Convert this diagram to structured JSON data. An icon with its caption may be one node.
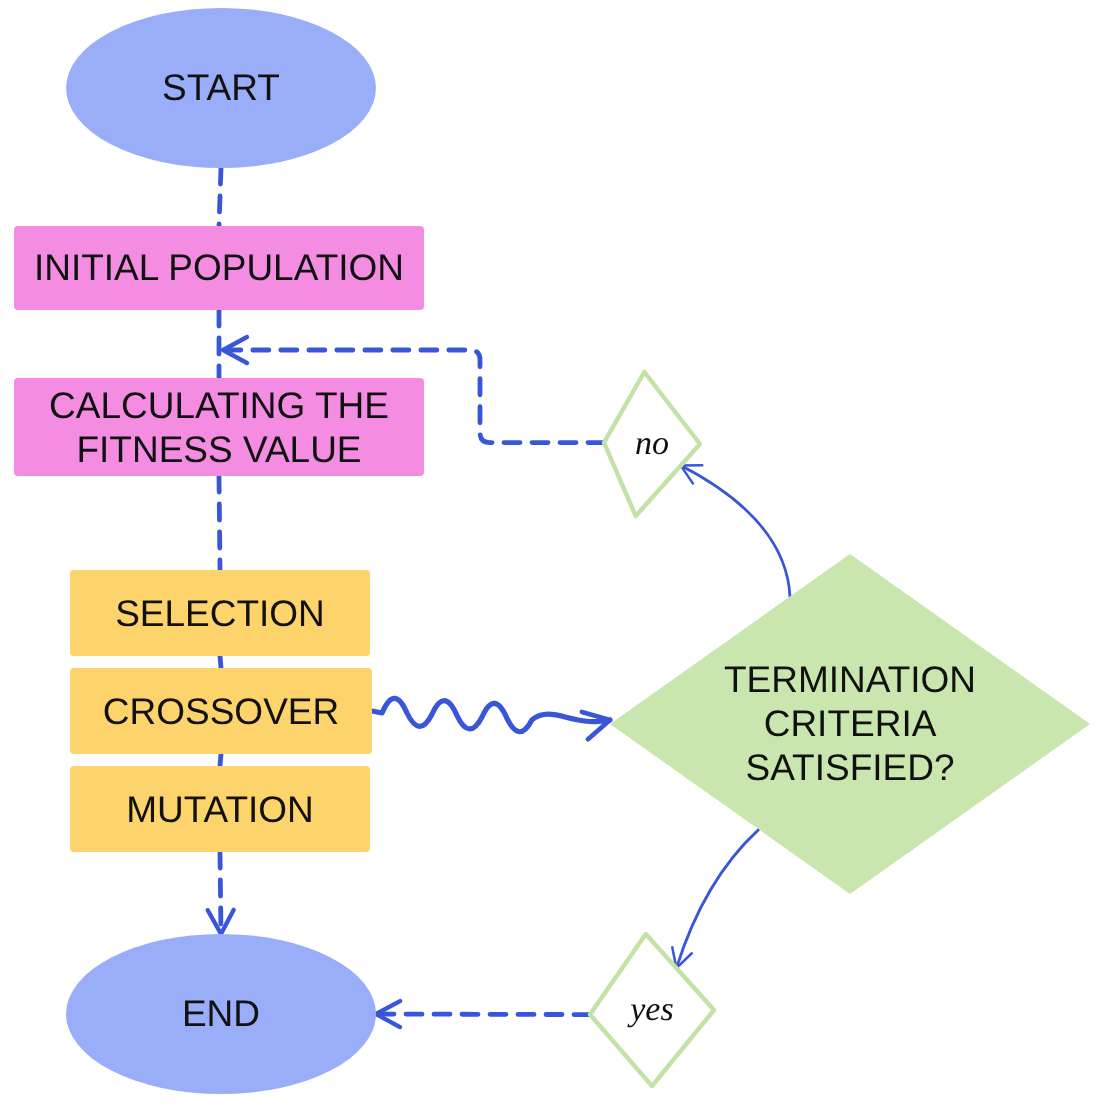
{
  "diagram": {
    "nodes": [
      {
        "text": [
          "START"
        ]
      },
      {
        "text": [
          "INITIAL POPULATION"
        ]
      },
      {
        "text": [
          "CALCULATING THE FITNESS VALUE"
        ]
      },
      {
        "text": [
          "SELECTION"
        ]
      },
      {
        "text": [
          "CROSSOVER"
        ]
      },
      {
        "text": [
          "MUTATION"
        ]
      },
      {
        "text": [
          "END"
        ]
      },
      {
        "text": [
          "TERMINATION CRITERIA SATISFIED?"
        ]
      },
      {
        "text": [
          "no"
        ]
      },
      {
        "text": [
          "yes"
        ]
      }
    ],
    "edges": [
      {
        "from": 0,
        "to": 1,
        "arrow": "none",
        "style": "dashed"
      },
      {
        "from": 1,
        "to": 2,
        "arrow": "none",
        "style": "dashed"
      },
      {
        "from": 2,
        "to": 3,
        "arrow": "none",
        "style": "dashed"
      },
      {
        "from": 3,
        "to": 4,
        "arrow": "none",
        "style": "dashed"
      },
      {
        "from": 4,
        "to": 5,
        "arrow": "none",
        "style": "dashed"
      },
      {
        "from": 5,
        "to": 6,
        "arrow": "to",
        "style": "dashed"
      },
      {
        "from": 4,
        "to": 7,
        "arrow": "to"
      },
      {
        "from": 7,
        "to": 8,
        "arrow": "to"
      },
      {
        "from": 8,
        "to": 2,
        "arrow": "to",
        "style": "dashed"
      },
      {
        "from": 7,
        "to": 9,
        "arrow": "to"
      },
      {
        "from": 9,
        "to": 6,
        "arrow": "to",
        "style": "dashed"
      }
    ]
  }
}
